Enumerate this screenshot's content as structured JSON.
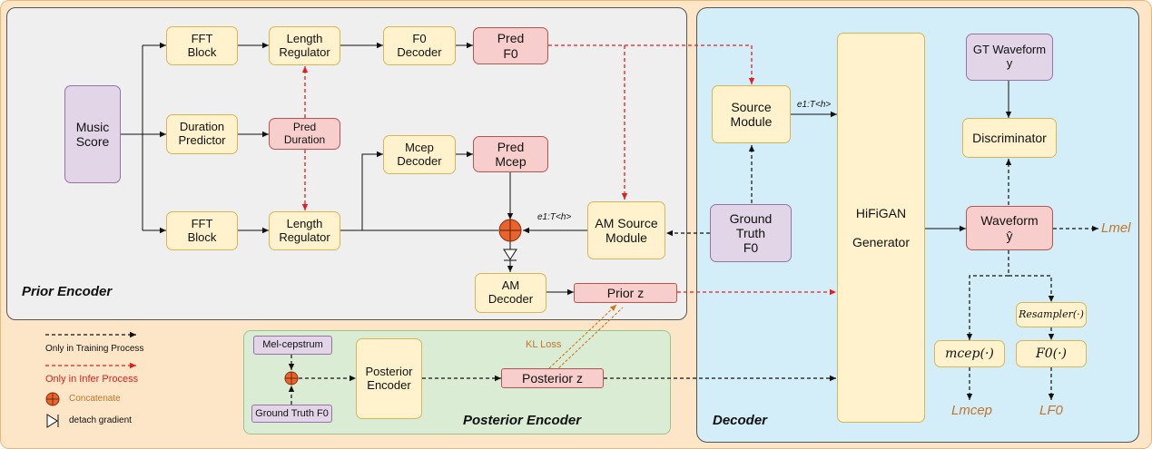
{
  "regions": {
    "prior_encoder": "Prior Encoder",
    "posterior_encoder": "Posterior  Encoder",
    "decoder": "Decoder"
  },
  "blocks": {
    "music_score": "Music\nScore",
    "fft_block_top": "FFT\nBlock",
    "duration_predictor": "Duration\nPredictor",
    "fft_block_bottom": "FFT\nBlock",
    "length_regulator_top": "Length\nRegulator",
    "pred_duration": "Pred\nDuration",
    "length_regulator_bottom": "Length\nRegulator",
    "f0_decoder": "F0\nDecoder",
    "pred_f0": "Pred\nF0",
    "mcep_decoder": "Mcep\nDecoder",
    "pred_mcep": "Pred\nMcep",
    "am_source_module": "AM Source\nModule",
    "am_decoder": "AM\nDecoder",
    "prior_z": "Prior z",
    "source_module": "Source\nModule",
    "ground_truth_f0": "Ground\nTruth\nF0",
    "hifigan_generator": "HiFiGAN\n\nGenerator",
    "gt_waveform": "GT Waveform\ny",
    "discriminator": "Discriminator",
    "waveform": "Waveform\nŷ",
    "resampler": "Resampler(·)",
    "mcep_fn": "mcep(·)",
    "f0_fn": "F0(·)",
    "mel_cepstrum": "Mel-cepstrum",
    "ground_truth_f0_post": "Ground Truth F0",
    "posterior_encoder_block": "Posterior\nEncoder",
    "posterior_z": "Posterior z"
  },
  "labels": {
    "e_source": "e1:T<h>",
    "e_am": "e1:T<h>",
    "kl_loss": "KL Loss",
    "l_mel": "Lmel",
    "l_mcep": "Lmcep",
    "l_f0": "LF0"
  },
  "legend": {
    "training": "Only in Training Process",
    "infer": "Only in Infer Process",
    "concatenate": "Concatenate",
    "detach": "detach gradient"
  },
  "colors": {
    "train_arrow": "#111111",
    "infer_arrow": "#e02020",
    "kl_arrow": "#cc7a1a",
    "loss_text": "#c0762a",
    "concat_fill": "#e8642c",
    "prior_bg": "#efefef",
    "posterior_bg": "#dbecd4",
    "decoder_bg": "#d4eef9",
    "outer_bg": "#fde5c8"
  }
}
